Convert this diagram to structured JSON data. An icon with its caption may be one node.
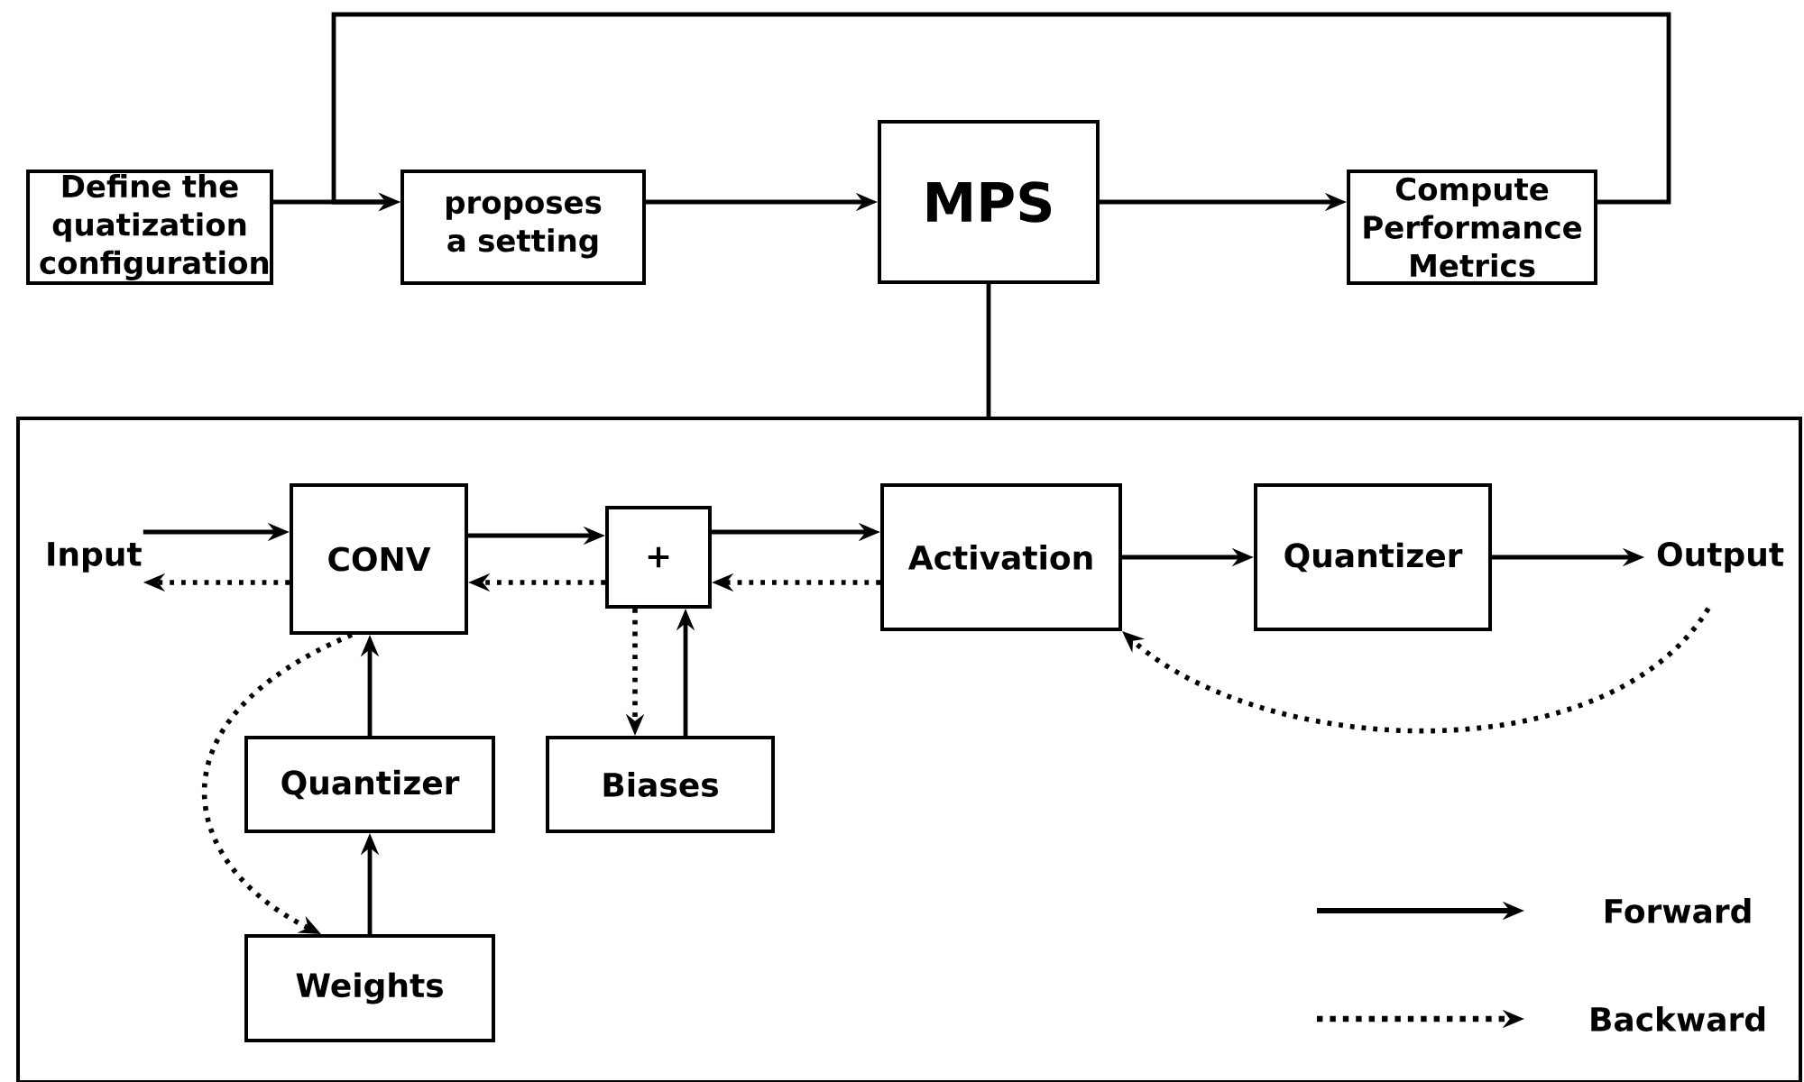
{
  "diagram": {
    "nodes": [
      {
        "text": [
          "Define the quatization configuration"
        ]
      },
      {
        "text": [
          "proposes a setting"
        ]
      },
      {
        "text": [
          "MPS"
        ]
      },
      {
        "text": [
          "Compute Performance Metrics"
        ]
      },
      {
        "text": [],
        "shape": "box"
      },
      {
        "text": [
          "Input"
        ],
        "in": 4
      },
      {
        "text": [
          "CONV"
        ],
        "in": 4
      },
      {
        "text": [
          "+"
        ],
        "in": 4
      },
      {
        "text": [
          "Activation"
        ],
        "in": 4
      },
      {
        "text": [
          "Quantizer"
        ],
        "in": 4
      },
      {
        "text": [
          "Output"
        ],
        "in": 4
      },
      {
        "text": [
          "Quantizer"
        ],
        "in": 4
      },
      {
        "text": [
          "Biases"
        ],
        "in": 4
      },
      {
        "text": [
          "Weights"
        ],
        "in": 4
      }
    ],
    "edges": [
      {
        "from": 0,
        "to": 1,
        "arrow": "to"
      },
      {
        "from": 1,
        "to": 2,
        "arrow": "to"
      },
      {
        "from": 2,
        "to": 3,
        "arrow": "to"
      },
      {
        "from": 3,
        "to": 1,
        "arrow": "to"
      },
      {
        "from": 2,
        "to": 4,
        "arrow": "none"
      },
      {
        "from": 5,
        "to": 6,
        "arrow": "to"
      },
      {
        "from": 6,
        "to": 5,
        "arrow": "to",
        "style": "dashed"
      },
      {
        "from": 6,
        "to": 7,
        "arrow": "to"
      },
      {
        "from": 7,
        "to": 6,
        "arrow": "to",
        "style": "dashed"
      },
      {
        "from": 7,
        "to": 8,
        "arrow": "to"
      },
      {
        "from": 8,
        "to": 7,
        "arrow": "to",
        "style": "dashed"
      },
      {
        "from": 8,
        "to": 9,
        "arrow": "to"
      },
      {
        "from": 9,
        "to": 10,
        "arrow": "to"
      },
      {
        "from": 10,
        "to": 8,
        "arrow": "to",
        "style": "dashed"
      },
      {
        "from": 6,
        "to": 13,
        "arrow": "to",
        "style": "dashed"
      },
      {
        "from": 11,
        "to": 6,
        "arrow": "to"
      },
      {
        "from": 13,
        "to": 11,
        "arrow": "to"
      },
      {
        "from": 7,
        "to": 12,
        "arrow": "to",
        "style": "dashed"
      },
      {
        "from": 12,
        "to": 7,
        "arrow": "to"
      }
    ],
    "legend": [
      {
        "text": "Forward"
      },
      {
        "text": "Backward"
      }
    ]
  }
}
